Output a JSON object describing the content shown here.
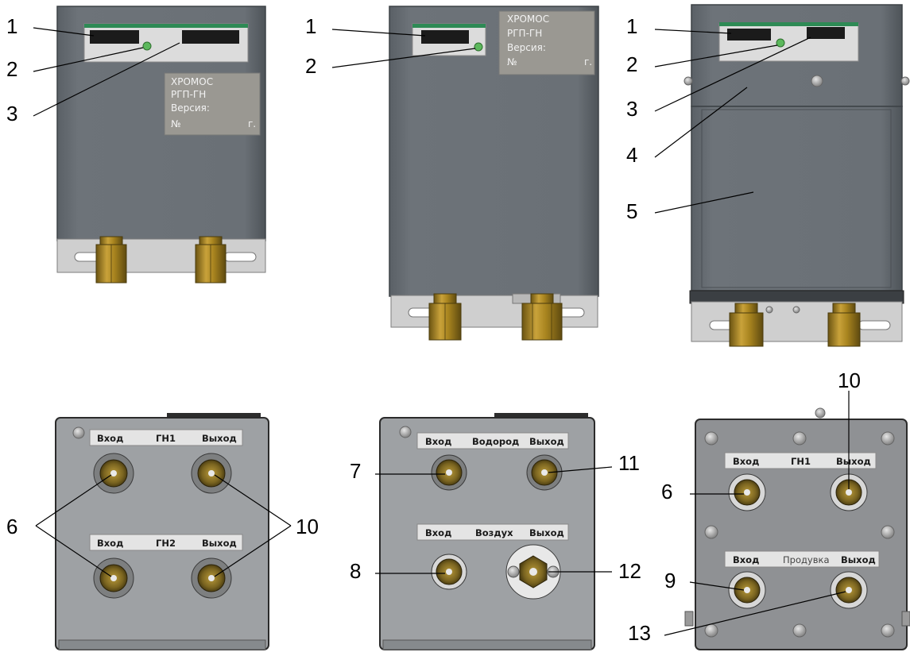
{
  "nameplate": {
    "line1": "ХРОМОС",
    "line2": "РГП-ГН",
    "line3": "Версия:",
    "line4_left": "№",
    "line4_right": "г."
  },
  "callouts": {
    "top_left": [
      "1",
      "2",
      "3"
    ],
    "top_middle": [
      "1",
      "2"
    ],
    "top_right": [
      "1",
      "2",
      "3",
      "4",
      "5"
    ],
    "bottom_left": [
      "6",
      "10"
    ],
    "bottom_middle": [
      "7",
      "8",
      "11",
      "12"
    ],
    "bottom_right": [
      "10",
      "6",
      "9",
      "13"
    ]
  },
  "panel_left": {
    "row1": {
      "in": "Вход",
      "name": "ГН1",
      "out": "Выход"
    },
    "row2": {
      "in": "Вход",
      "name": "ГН2",
      "out": "Выход"
    }
  },
  "panel_middle": {
    "row1": {
      "in": "Вход",
      "name": "Водород",
      "out": "Выход"
    },
    "row2": {
      "in": "Вход",
      "name": "Воздух",
      "out": "Выход"
    }
  },
  "panel_right": {
    "row1": {
      "in": "Вход",
      "name": "ГН1",
      "out": "Выход"
    },
    "row2": {
      "in": "Вход",
      "name": "Продувка",
      "out": "Выход"
    }
  }
}
